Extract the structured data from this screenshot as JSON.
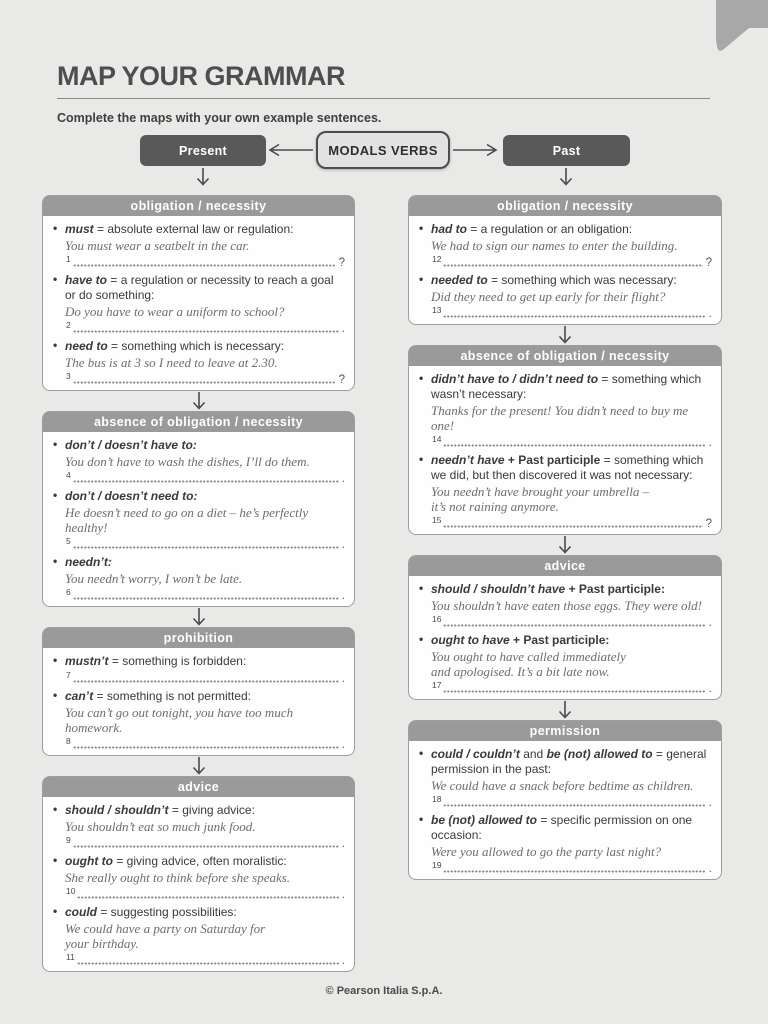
{
  "page": {
    "title": "MAP YOUR GRAMMAR",
    "instructions": "Complete the maps with your own example sentences.",
    "footer": "© Pearson Italia S.p.A."
  },
  "diagram": {
    "center": "MODALS VERBS",
    "left": "Present",
    "right": "Past"
  },
  "icons": {
    "bullet": "•"
  },
  "colors": {
    "page_bg": "#e9e9e8",
    "header_bar": "#9a9a9a",
    "button_bg": "#595959",
    "button_text": "#ffffff",
    "box_border": "#9e9e9e",
    "text": "#3a3a3a",
    "example": "#6d6d6d",
    "arrow": "#4a4a4a",
    "corner": "#a8a8a8"
  },
  "columns": [
    {
      "id": "present",
      "boxes": [
        {
          "header": "obligation / necessity",
          "items": [
            {
              "lead": [
                {
                  "t": "must",
                  "s": "term"
                },
                {
                  "t": " = absolute external law or regulation:",
                  "s": "plain"
                }
              ],
              "example": "You must wear a seatbelt in the car.",
              "number": "1",
              "end": "?"
            },
            {
              "lead": [
                {
                  "t": "have to",
                  "s": "term"
                },
                {
                  "t": " = a regulation or necessity to reach a goal or do something:",
                  "s": "plain"
                }
              ],
              "example": "Do you have to wear a uniform to school?",
              "number": "2",
              "end": "."
            },
            {
              "lead": [
                {
                  "t": "need to",
                  "s": "term"
                },
                {
                  "t": " = something which is necessary:",
                  "s": "plain"
                }
              ],
              "example": "The bus is at 3 so I need to leave at 2.30.",
              "number": "3",
              "end": "?"
            }
          ]
        },
        {
          "header": "absence of obligation / necessity",
          "items": [
            {
              "lead": [
                {
                  "t": "don’t / doesn’t have to:",
                  "s": "term"
                }
              ],
              "example": "You don’t have to wash the dishes, I’ll do them.",
              "number": "4",
              "end": "."
            },
            {
              "lead": [
                {
                  "t": "don’t / doesn’t need to:",
                  "s": "term"
                }
              ],
              "example": "He doesn’t need to go on a diet – he’s perfectly healthy!",
              "number": "5",
              "end": "."
            },
            {
              "lead": [
                {
                  "t": "needn’t:",
                  "s": "term"
                }
              ],
              "example": "You needn’t worry, I won’t be late.",
              "number": "6",
              "end": "."
            }
          ]
        },
        {
          "header": "prohibition",
          "items": [
            {
              "lead": [
                {
                  "t": "mustn’t",
                  "s": "term"
                },
                {
                  "t": " = something is forbidden:",
                  "s": "plain"
                }
              ],
              "example": "",
              "number": "7",
              "end": "."
            },
            {
              "lead": [
                {
                  "t": "can’t",
                  "s": "term"
                },
                {
                  "t": " = something is not permitted:",
                  "s": "plain"
                }
              ],
              "example": "You can’t go out tonight, you have too much homework.",
              "number": "8",
              "end": "."
            }
          ]
        },
        {
          "header": "advice",
          "items": [
            {
              "lead": [
                {
                  "t": "should / shouldn’t",
                  "s": "term"
                },
                {
                  "t": " = giving advice:",
                  "s": "plain"
                }
              ],
              "example": "You shouldn’t eat so much junk food.",
              "number": "9",
              "end": "."
            },
            {
              "lead": [
                {
                  "t": "ought to",
                  "s": "term"
                },
                {
                  "t": " = giving advice, often moralistic:",
                  "s": "plain"
                }
              ],
              "example": "She really ought to think before she speaks.",
              "number": "10",
              "end": "."
            },
            {
              "lead": [
                {
                  "t": "could",
                  "s": "term"
                },
                {
                  "t": " = suggesting possibilities:",
                  "s": "plain"
                }
              ],
              "example": "We could have a party on Saturday for\nyour birthday.",
              "number": "11",
              "end": "."
            }
          ]
        }
      ]
    },
    {
      "id": "past",
      "boxes": [
        {
          "header": "obligation / necessity",
          "items": [
            {
              "lead": [
                {
                  "t": "had to",
                  "s": "term"
                },
                {
                  "t": " = a regulation or an obligation:",
                  "s": "plain"
                }
              ],
              "example": "We had to sign our names to enter the building.",
              "number": "12",
              "end": "?"
            },
            {
              "lead": [
                {
                  "t": "needed to",
                  "s": "term"
                },
                {
                  "t": " = something which was necessary:",
                  "s": "plain"
                }
              ],
              "example": "Did they need to get up early for their flight?",
              "number": "13",
              "end": "."
            }
          ]
        },
        {
          "header": "absence of obligation / necessity",
          "items": [
            {
              "lead": [
                {
                  "t": "didn’t have to / didn’t need to",
                  "s": "term"
                },
                {
                  "t": " = something which wasn’t necessary:",
                  "s": "plain"
                }
              ],
              "example": "Thanks for the present! You didn’t need to buy me one!",
              "number": "14",
              "end": "."
            },
            {
              "lead": [
                {
                  "t": "needn’t have",
                  "s": "term"
                },
                {
                  "t": " + Past participle",
                  "s": "bold"
                },
                {
                  "t": " = something which we did, but then discovered it was not necessary:",
                  "s": "plain"
                }
              ],
              "example": "You needn’t have brought your umbrella –\nit’s not raining anymore.",
              "number": "15",
              "end": "?"
            }
          ]
        },
        {
          "header": "advice",
          "items": [
            {
              "lead": [
                {
                  "t": "should / shouldn’t have",
                  "s": "term"
                },
                {
                  "t": " + Past participle:",
                  "s": "bold"
                }
              ],
              "example": "You shouldn’t have eaten those eggs. They were old!",
              "number": "16",
              "end": "."
            },
            {
              "lead": [
                {
                  "t": "ought to have",
                  "s": "term"
                },
                {
                  "t": " + Past participle:",
                  "s": "bold"
                }
              ],
              "example": "You ought to have called immediately\nand apologised. It’s a bit late now.",
              "number": "17",
              "end": "."
            }
          ]
        },
        {
          "header": "permission",
          "items": [
            {
              "lead": [
                {
                  "t": "could / couldn’t",
                  "s": "term"
                },
                {
                  "t": " and ",
                  "s": "plain"
                },
                {
                  "t": "be (not) allowed to",
                  "s": "term"
                },
                {
                  "t": " = general permission in the past:",
                  "s": "plain"
                }
              ],
              "example": "We could have a snack before bedtime as children.",
              "number": "18",
              "end": "."
            },
            {
              "lead": [
                {
                  "t": "be (not) allowed to",
                  "s": "term"
                },
                {
                  "t": " = specific permission on one occasion:",
                  "s": "plain"
                }
              ],
              "example": "Were you allowed to go the party last night?",
              "number": "19",
              "end": "."
            }
          ]
        }
      ]
    }
  ]
}
